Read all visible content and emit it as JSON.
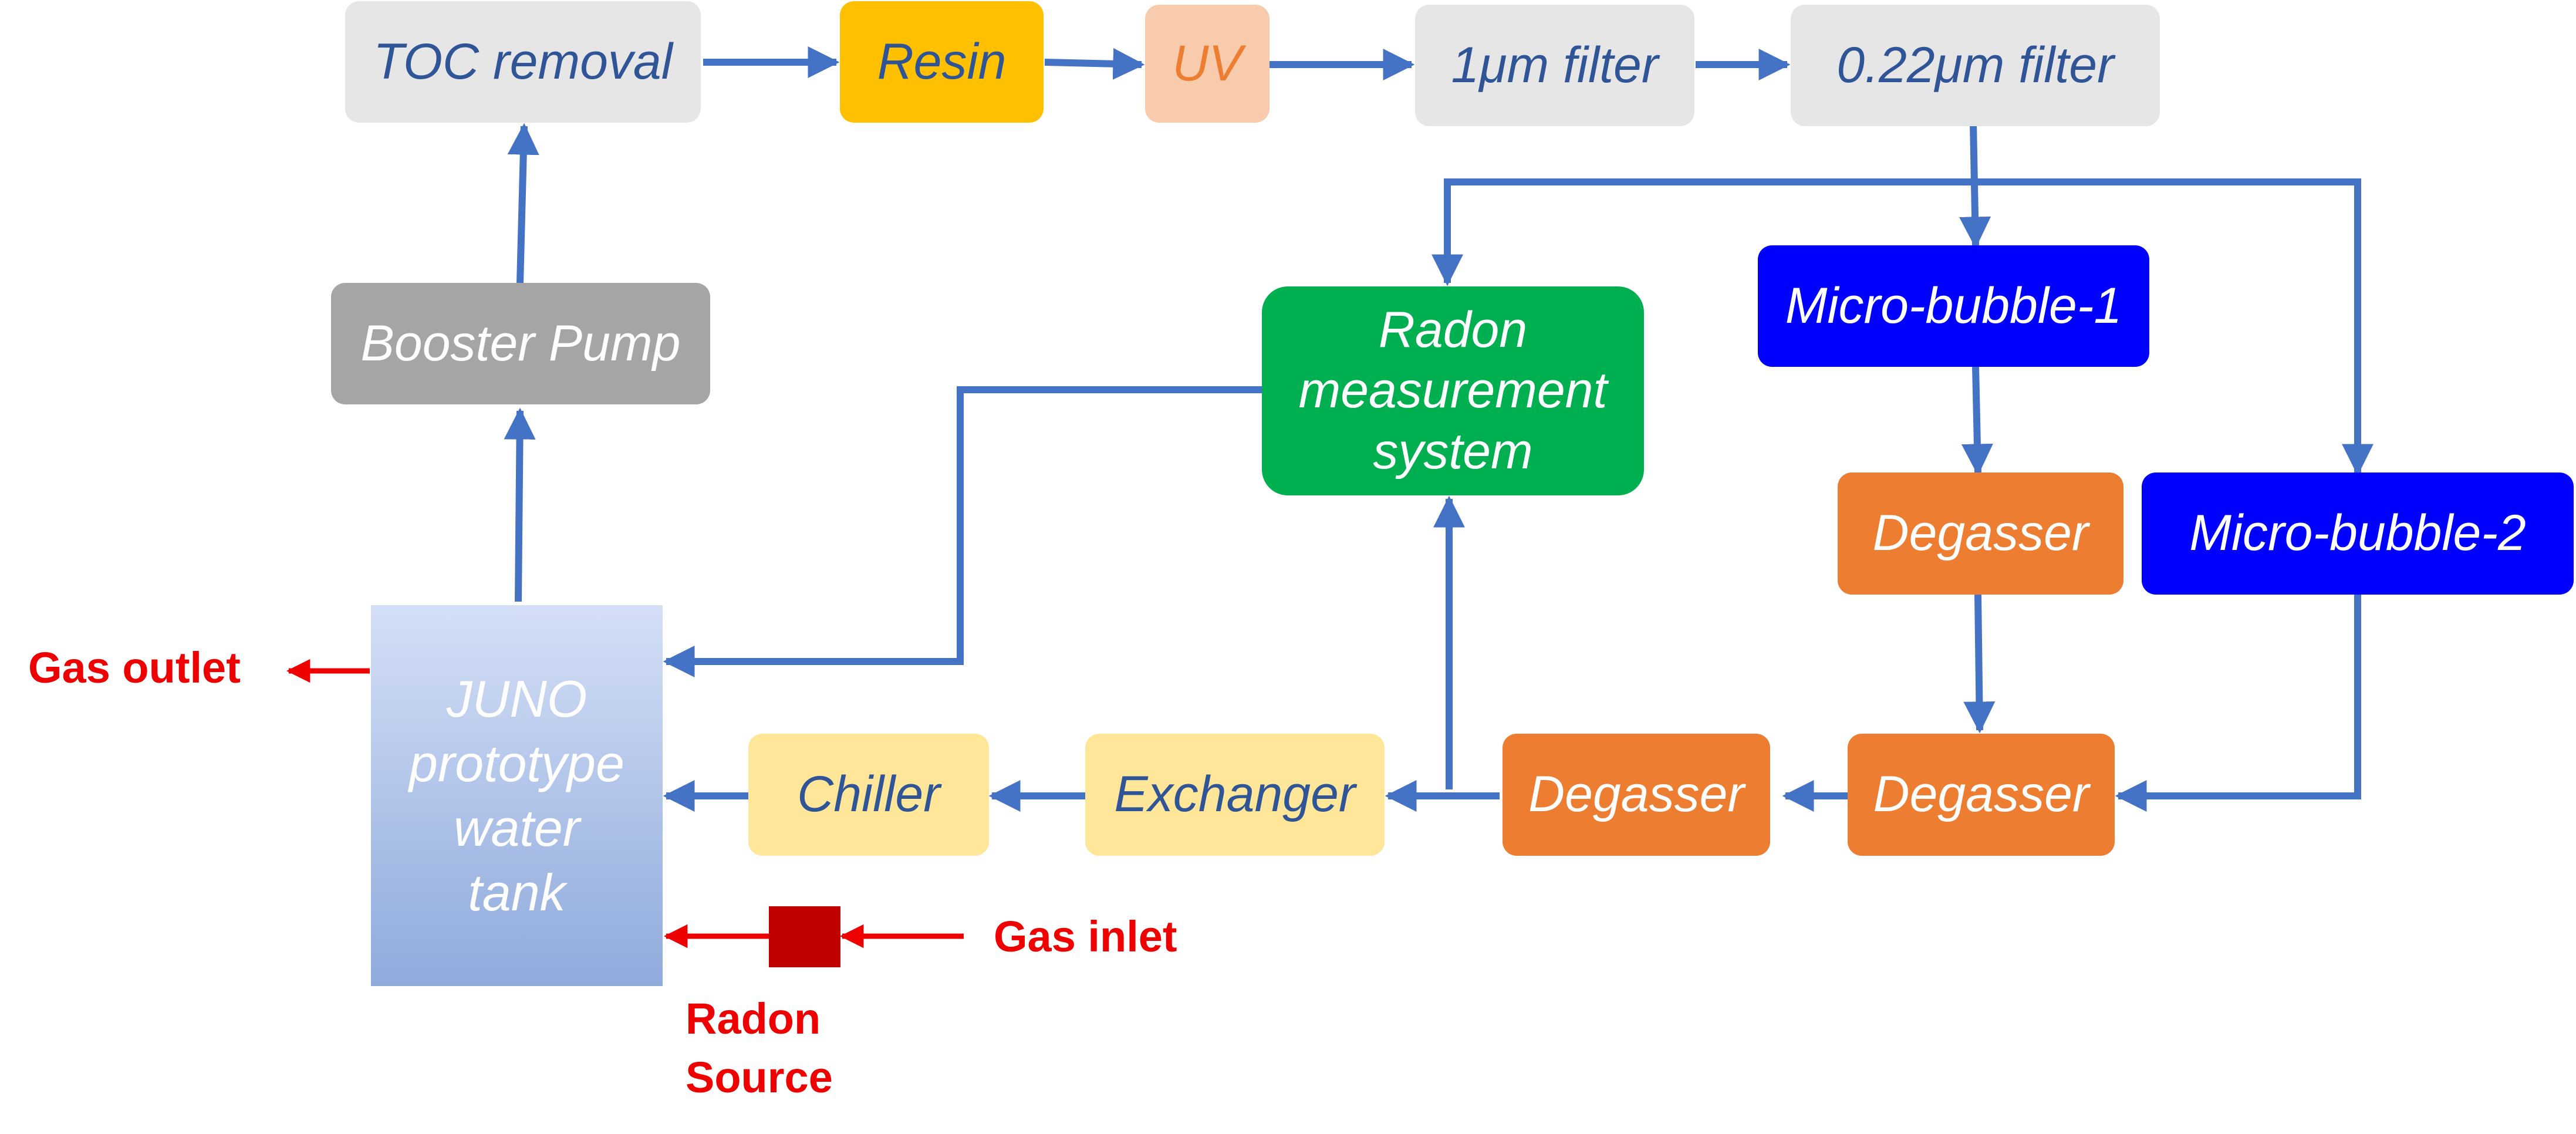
{
  "colors": {
    "flow_arrow": "#4472c4",
    "gas_arrow": "#ee0000",
    "gray_box": "#e7e6e6",
    "dark_gray_box": "#a5a5a5",
    "yellow_box": "#ffc000",
    "peach_box": "#f8cbad",
    "green_box": "#00b050",
    "blue_box": "#0000ff",
    "orange_box": "#ed7d31",
    "light_yellow_box": "#ffe699",
    "tank_gradient_top": "#d4dff6",
    "tank_gradient_bottom": "#8faadc",
    "radon_source_box": "#c00000",
    "dark_text": "#2f5597"
  },
  "nodes": {
    "toc_removal": "TOC removal",
    "resin": "Resin",
    "uv": "UV",
    "filter_1um": "1μm filter",
    "filter_022um": "0.22μm filter",
    "booster_pump": "Booster Pump",
    "radon_measurement": [
      "Radon",
      "measurement",
      "system"
    ],
    "micro_bubble_1": "Micro-bubble-1",
    "micro_bubble_2": "Micro-bubble-2",
    "degasser_upper": "Degasser",
    "degasser_right": "Degasser",
    "degasser_left": "Degasser",
    "exchanger": "Exchanger",
    "chiller": "Chiller",
    "tank": [
      "JUNO",
      "prototype",
      "water",
      "tank"
    ]
  },
  "gas": {
    "outlet": "Gas outlet",
    "inlet": "Gas inlet",
    "source": [
      "Radon",
      "Source"
    ]
  }
}
